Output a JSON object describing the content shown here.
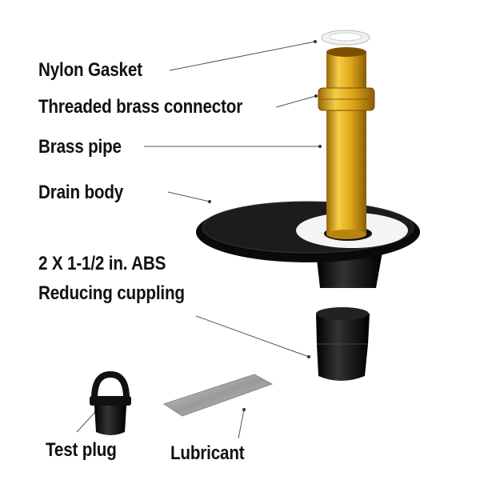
{
  "labels": {
    "nylon_gasket": "Nylon Gasket",
    "threaded_connector": "Threaded brass connector",
    "brass_pipe": "Brass pipe",
    "drain_body": "Drain body",
    "coupling_line1": "2 X 1-1/2 in.  ABS",
    "coupling_line2": "Reducing cuppling",
    "test_plug": "Test plug",
    "lubricant": "Lubricant"
  },
  "colors": {
    "brass": "#e0a81c",
    "black_part": "#111111",
    "text": "#111111"
  }
}
